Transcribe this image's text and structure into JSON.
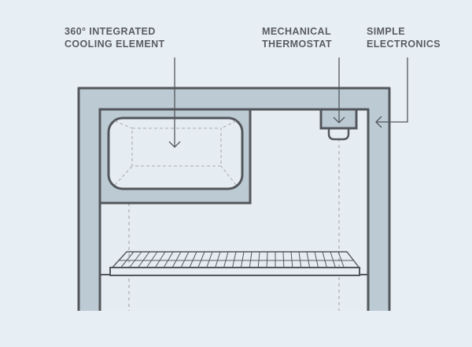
{
  "labels": {
    "cooling": {
      "line1": "360° INTEGRATED",
      "line2": "COOLING ELEMENT"
    },
    "thermostat": {
      "line1": "MECHANICAL",
      "line2": "THERMOSTAT"
    },
    "electronics": {
      "line1": "SIMPLE",
      "line2": "ELECTRONICS"
    }
  },
  "colors": {
    "background": "#e8eff4",
    "outline": "#53575c",
    "cabinet_wall": "#bccad4",
    "interior": "#e6edf2",
    "dashed": "#b3b8bd"
  }
}
